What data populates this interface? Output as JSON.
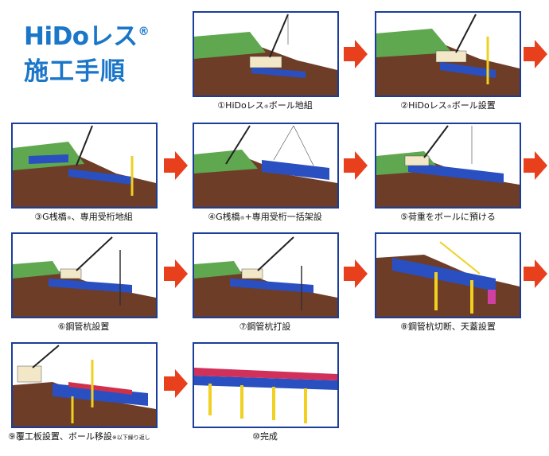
{
  "logo": {
    "line1": "HiDoレス",
    "reg_mark": "®",
    "line2": "施工手順"
  },
  "steps": [
    {
      "num": "①",
      "main": "HiDoレス",
      "sub": "®",
      "rest": "ボール地組",
      "note": ""
    },
    {
      "num": "②",
      "main": "HiDoレス",
      "sub": "®",
      "rest": "ボール設置",
      "note": ""
    },
    {
      "num": "③",
      "main": "G桟橋",
      "sub": "®",
      "rest": "、専用受桁地組",
      "note": ""
    },
    {
      "num": "④",
      "main": "G桟橋",
      "sub": "®",
      "rest": "+専用受桁一括架設",
      "note": ""
    },
    {
      "num": "⑤",
      "main": "荷重をボールに預ける",
      "sub": "",
      "rest": "",
      "note": ""
    },
    {
      "num": "⑥",
      "main": "鋼管杭設置",
      "sub": "",
      "rest": "",
      "note": ""
    },
    {
      "num": "⑦",
      "main": "鋼管杭打設",
      "sub": "",
      "rest": "",
      "note": ""
    },
    {
      "num": "⑧",
      "main": "鋼管杭切断、天蓋設置",
      "sub": "",
      "rest": "",
      "note": ""
    },
    {
      "num": "⑨",
      "main": "覆工板設置、ボール移設",
      "sub": "",
      "rest": "",
      "note": "※以下繰り返し"
    },
    {
      "num": "⑩",
      "main": "完成",
      "sub": "",
      "rest": "",
      "note": ""
    }
  ],
  "colors": {
    "panel_border": "#1a3e9a",
    "arrow": "#e8401c",
    "logo_text": "#1a76c8",
    "ground": "#6e3d28",
    "deck_blue": "#2a4fc0",
    "crane_yellow": "#f0d020",
    "grass": "#5fa850"
  }
}
